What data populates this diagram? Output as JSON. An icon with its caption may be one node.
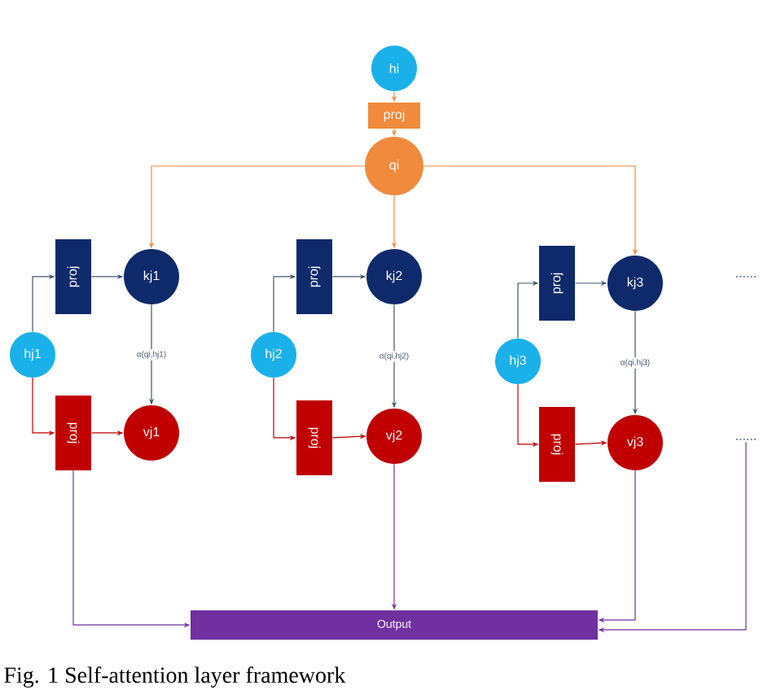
{
  "diagram": {
    "caption": "Fig. 1   Self-attention layer framework",
    "nodes": [
      {
        "text": [
          "hi"
        ]
      },
      {
        "text": [
          "proj"
        ]
      },
      {
        "text": [
          "qi"
        ]
      },
      {
        "text": [
          "proj"
        ]
      },
      {
        "text": [
          "kj1"
        ]
      },
      {
        "text": [
          "hj1"
        ]
      },
      {
        "text": [
          "proj"
        ]
      },
      {
        "text": [
          "vj1"
        ]
      },
      {
        "text": [
          "proj"
        ]
      },
      {
        "text": [
          "kj2"
        ]
      },
      {
        "text": [
          "hj2"
        ]
      },
      {
        "text": [
          "proj"
        ]
      },
      {
        "text": [
          "vj2"
        ]
      },
      {
        "text": [
          "proj"
        ]
      },
      {
        "text": [
          "kj3"
        ]
      },
      {
        "text": [
          "hj3"
        ]
      },
      {
        "text": [
          "proj"
        ]
      },
      {
        "text": [
          "vj3"
        ]
      },
      {
        "text": [
          "......"
        ]
      },
      {
        "text": [
          "Output"
        ]
      }
    ],
    "edges": [
      {
        "from": 0,
        "to": 1,
        "arrow": "to",
        "color": "#f08a3c"
      },
      {
        "from": 1,
        "to": 2,
        "arrow": "to",
        "color": "#f08a3c"
      },
      {
        "from": 2,
        "to": 4,
        "arrow": "to",
        "color": "#f08a3c"
      },
      {
        "from": 2,
        "to": 9,
        "arrow": "to",
        "color": "#f08a3c"
      },
      {
        "from": 2,
        "to": 14,
        "arrow": "to",
        "color": "#f08a3c"
      },
      {
        "from": 5,
        "to": 3,
        "arrow": "to"
      },
      {
        "from": 3,
        "to": 4,
        "arrow": "to"
      },
      {
        "from": 4,
        "to": 7,
        "arrow": "to",
        "label": "α(qi,hj1)"
      },
      {
        "from": 5,
        "to": 6,
        "arrow": "to",
        "color": "#c00000"
      },
      {
        "from": 6,
        "to": 7,
        "arrow": "to",
        "color": "#c00000"
      },
      {
        "from": 10,
        "to": 8,
        "arrow": "to"
      },
      {
        "from": 8,
        "to": 9,
        "arrow": "to"
      },
      {
        "from": 9,
        "to": 12,
        "arrow": "to",
        "label": "α(qi,hj2)"
      },
      {
        "from": 10,
        "to": 11,
        "arrow": "to",
        "color": "#c00000"
      },
      {
        "from": 11,
        "to": 12,
        "arrow": "to",
        "color": "#c00000"
      },
      {
        "from": 15,
        "to": 13,
        "arrow": "to"
      },
      {
        "from": 13,
        "to": 14,
        "arrow": "to"
      },
      {
        "from": 14,
        "to": 17,
        "arrow": "to",
        "label": "α(qi,hj3)"
      },
      {
        "from": 15,
        "to": 16,
        "arrow": "to",
        "color": "#c00000"
      },
      {
        "from": 16,
        "to": 17,
        "arrow": "to",
        "color": "#c00000"
      },
      {
        "from": 6,
        "to": 19,
        "arrow": "to",
        "color": "#7030a0"
      },
      {
        "from": 12,
        "to": 19,
        "arrow": "to",
        "color": "#7030a0"
      },
      {
        "from": 17,
        "to": 19,
        "arrow": "to",
        "color": "#7030a0"
      },
      {
        "from": 18,
        "to": 19,
        "arrow": "to",
        "color": "#7030a0"
      }
    ],
    "labels": [
      "......"
    ]
  }
}
